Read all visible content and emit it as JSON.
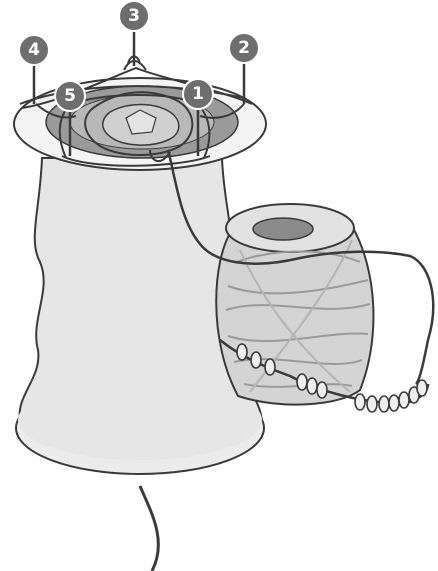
{
  "callouts": [
    {
      "id": "pin-1",
      "label": "1"
    },
    {
      "id": "pin-2",
      "label": "2"
    },
    {
      "id": "pin-3",
      "label": "3"
    },
    {
      "id": "pin-4",
      "label": "4"
    },
    {
      "id": "pin-5",
      "label": "5"
    }
  ],
  "colors": {
    "outline": "#3a3a3a",
    "body_fill": "#e6e6e6",
    "rim_fill": "#f4f4f4",
    "inner_fill": "#9a9a9a",
    "spool_fill": "#d4d4d4",
    "callout_fill": "#6e6e6e",
    "bead_fill": "#efefef"
  }
}
